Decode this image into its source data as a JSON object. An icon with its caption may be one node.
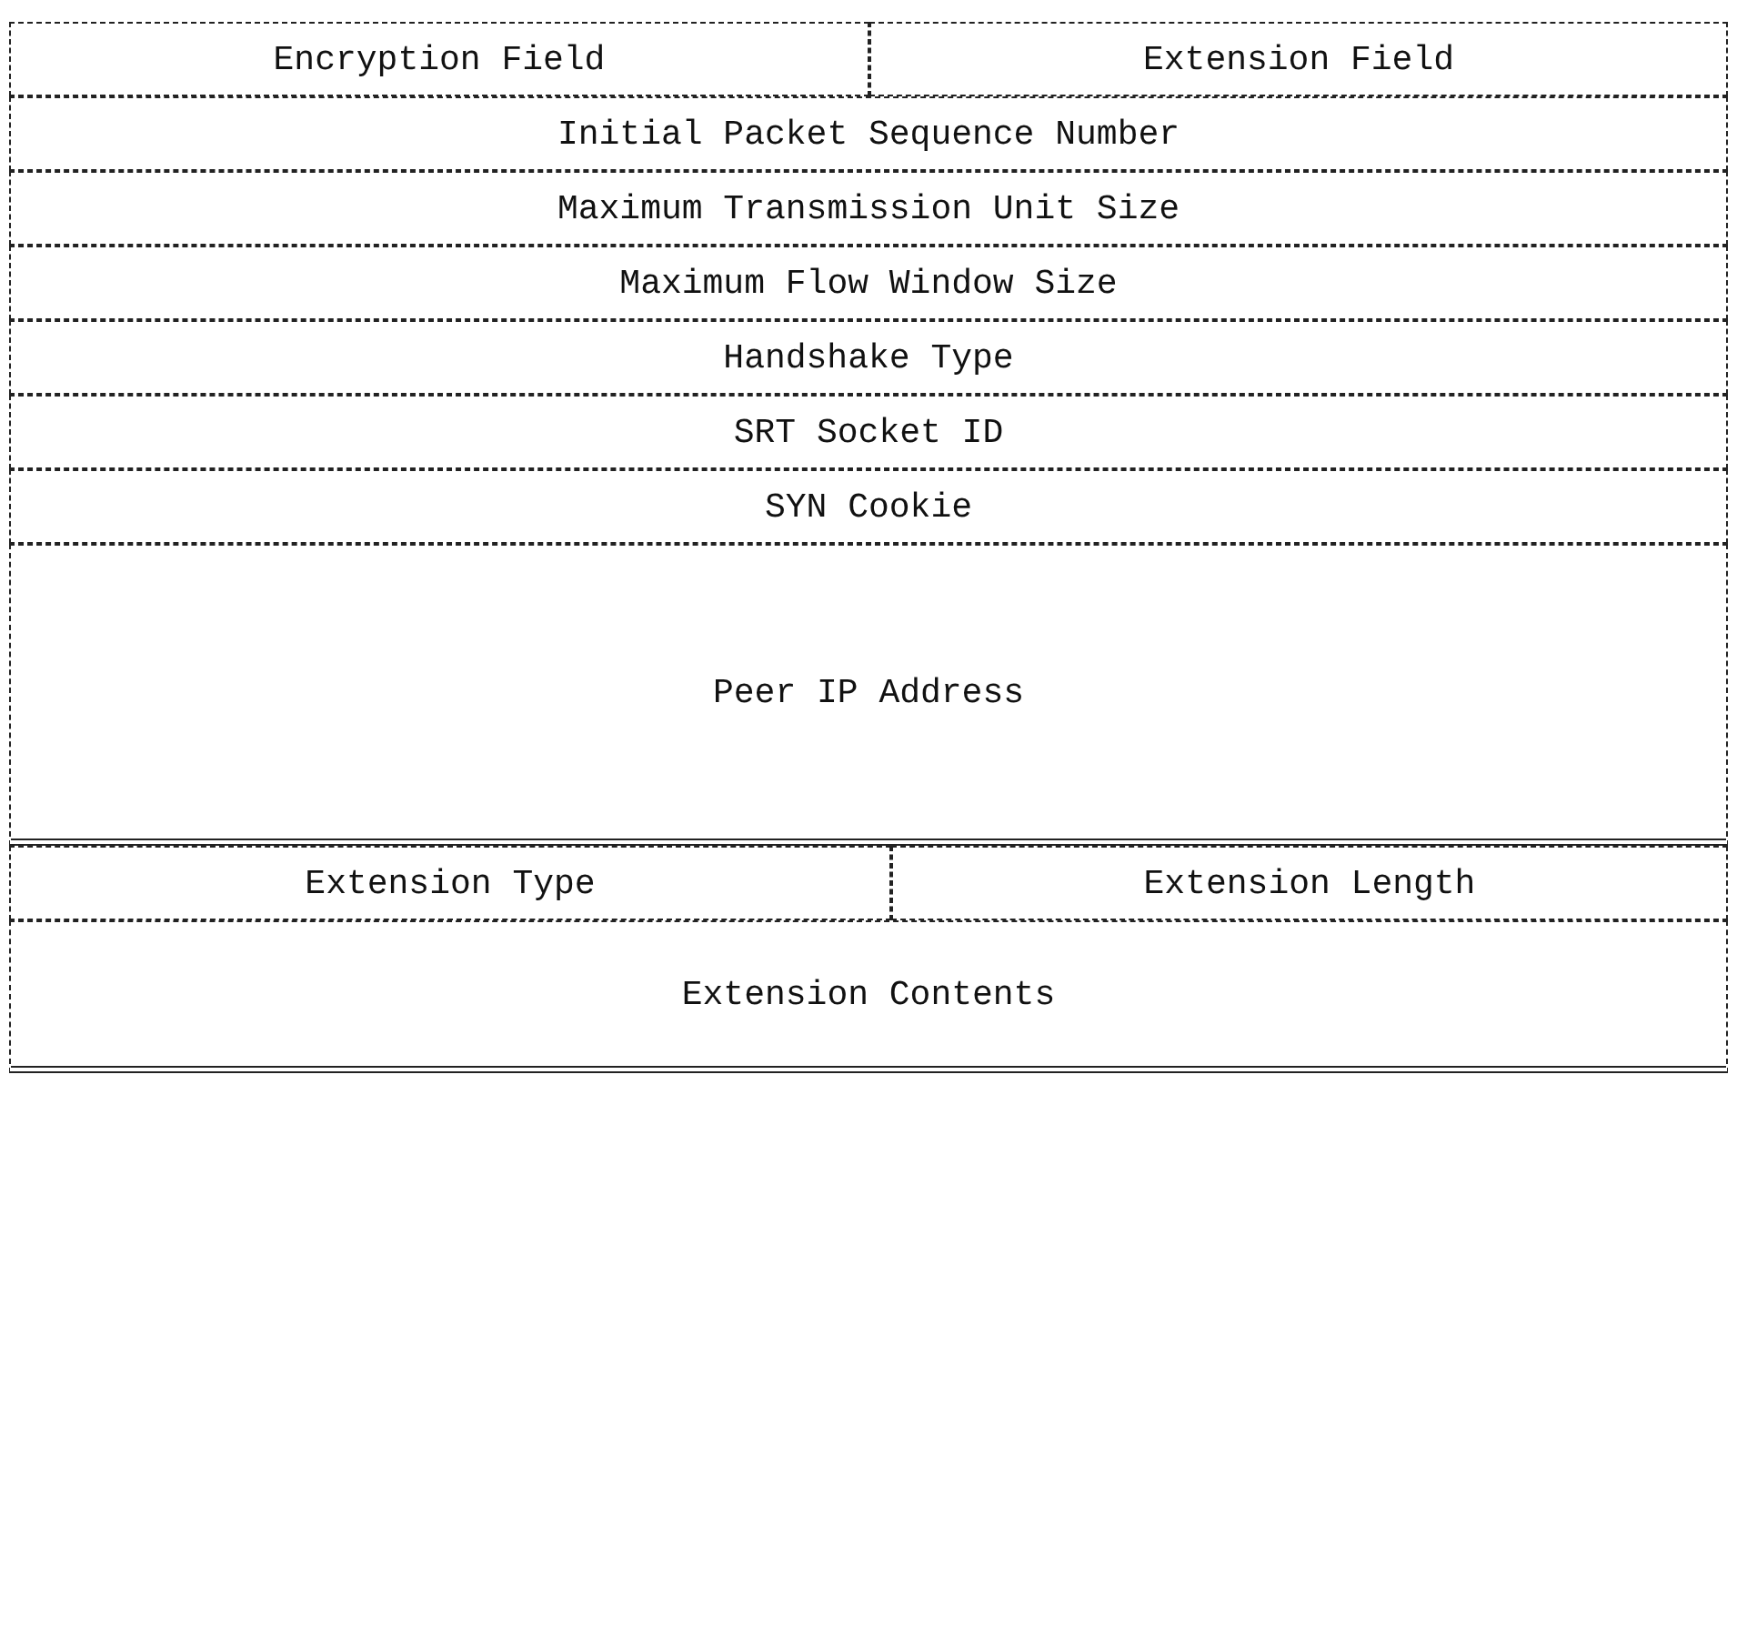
{
  "diagram": {
    "nodes": [
      {
        "text": [
          "Encryption Field"
        ]
      },
      {
        "text": [
          "Extension Field"
        ]
      },
      {
        "text": [
          "Initial Packet Sequence Number"
        ]
      },
      {
        "text": [
          "Maximum Transmission Unit Size"
        ]
      },
      {
        "text": [
          "Maximum Flow Window Size"
        ]
      },
      {
        "text": [
          "Handshake Type"
        ]
      },
      {
        "text": [
          "SRT Socket ID"
        ]
      },
      {
        "text": [
          "SYN Cookie"
        ]
      },
      {
        "text": [
          "Peer IP Address"
        ]
      },
      {
        "text": [
          "Extension Type"
        ]
      },
      {
        "text": [
          "Extension Length"
        ]
      },
      {
        "text": [
          "Extension Contents"
        ]
      }
    ]
  }
}
